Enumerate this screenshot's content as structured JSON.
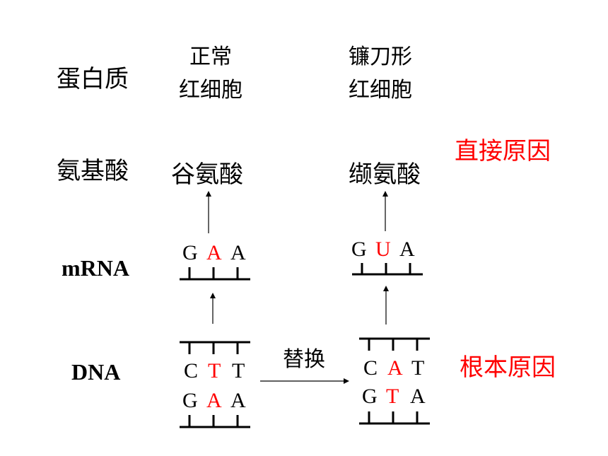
{
  "rows": {
    "protein": "蛋白质",
    "amino_acid": "氨基酸",
    "mrna": "mRNA",
    "dna": "DNA"
  },
  "normal": {
    "label_line1": "正常",
    "label_line2": "红细胞",
    "amino_acid": "谷氨酸",
    "mrna": [
      "G",
      "A",
      "A"
    ],
    "dna_top": [
      "C",
      "T",
      "T"
    ],
    "dna_bottom": [
      "G",
      "A",
      "A"
    ]
  },
  "sickle": {
    "label_line1": "镰刀形",
    "label_line2": "红细胞",
    "amino_acid": "缬氨酸",
    "mrna": [
      "G",
      "U",
      "A"
    ],
    "dna_top": [
      "C",
      "A",
      "T"
    ],
    "dna_bottom": [
      "G",
      "T",
      "A"
    ]
  },
  "replace_label": "替换",
  "direct_cause": "直接原因",
  "root_cause": "根本原因",
  "colors": {
    "highlight": "#ff0000",
    "text": "#000000"
  }
}
